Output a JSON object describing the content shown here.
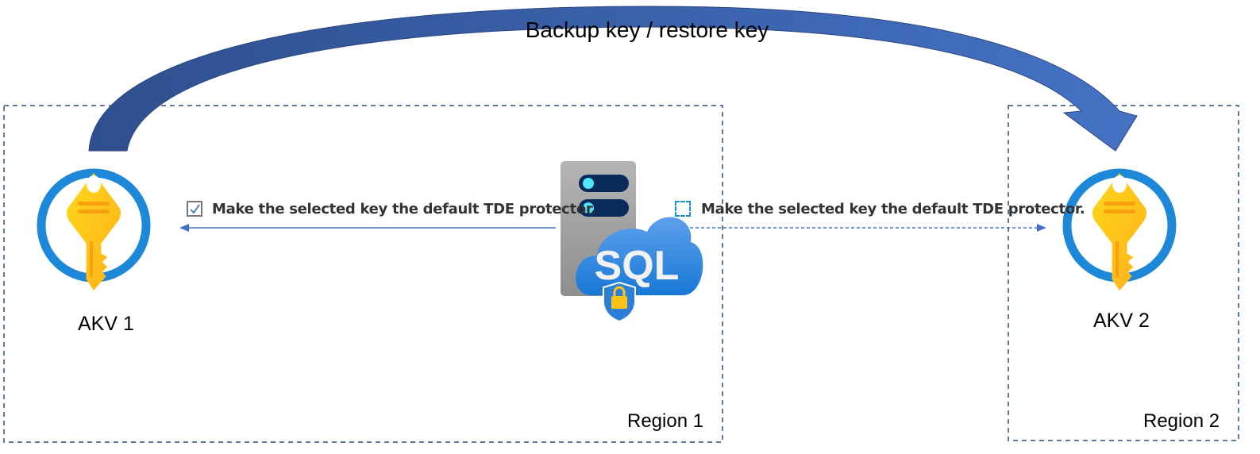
{
  "title": "Backup key / restore key",
  "regions": [
    {
      "label": "Region 1"
    },
    {
      "label": "Region 2"
    }
  ],
  "vaults": [
    {
      "label": "AKV 1",
      "icon": "key-vault-icon"
    },
    {
      "label": "AKV 2",
      "icon": "key-vault-icon"
    }
  ],
  "options": [
    {
      "label": "Make the selected key the default TDE protector.",
      "checked": true
    },
    {
      "label": "Make the selected key the default TDE protector.",
      "checked": false
    }
  ],
  "server": {
    "icon": "azure-sql-server-icon",
    "text": "SQL"
  },
  "colors": {
    "arrow": "#3a5fa8",
    "ring": "#1e88d8",
    "key": "#ffc21a",
    "connector": "#4472c4",
    "border": "#2f4f7f"
  }
}
